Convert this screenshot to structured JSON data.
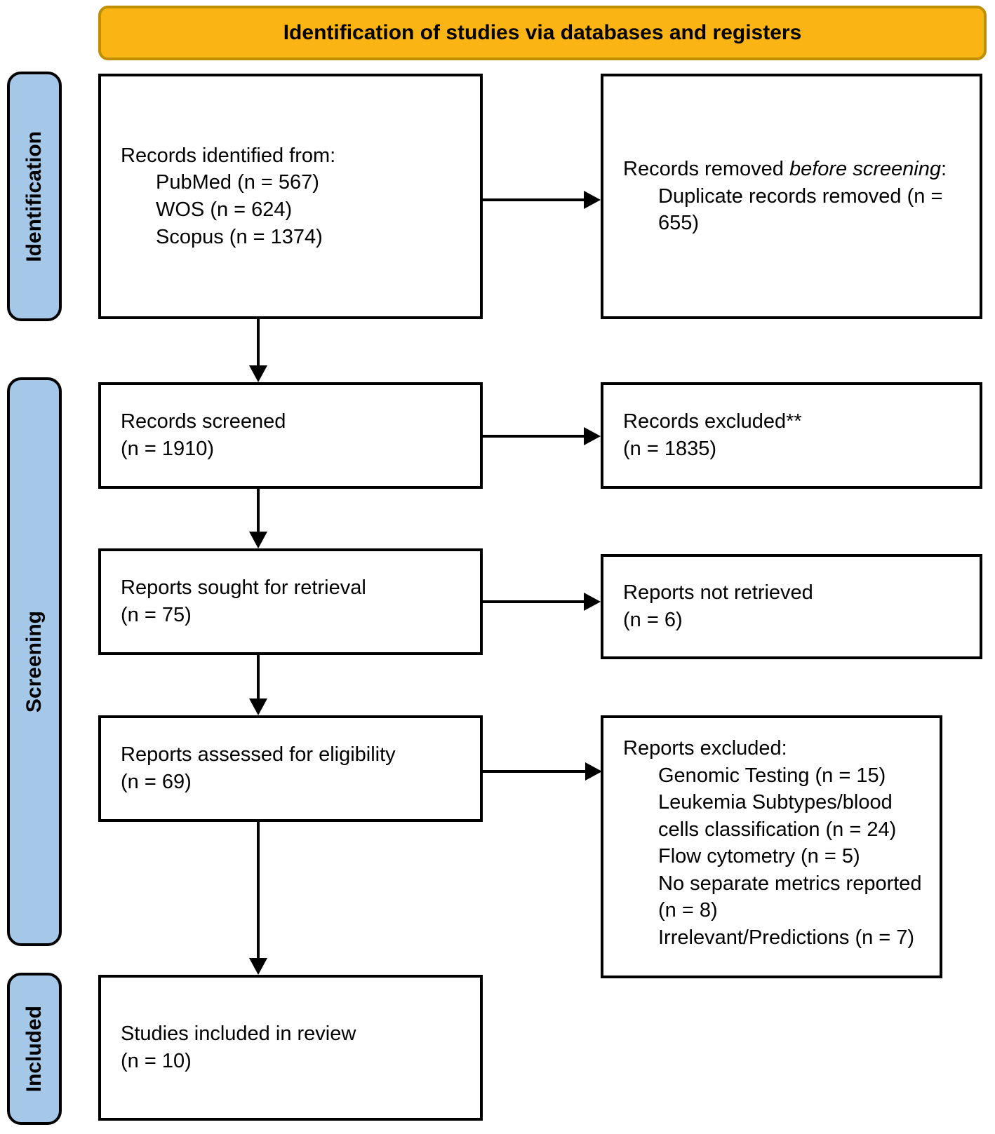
{
  "title": "Identification of studies via databases and registers",
  "stages": [
    {
      "label": "Identification"
    },
    {
      "label": "Screening"
    },
    {
      "label": "Included"
    }
  ],
  "boxes": {
    "identified": {
      "heading": "Records identified from:",
      "items": [
        "PubMed (n = 567)",
        "WOS (n = 624)",
        "Scopus (n = 1374)"
      ]
    },
    "removed": {
      "prefix": "Records removed ",
      "italic": "before screening",
      "suffix": ":",
      "items": [
        "Duplicate records removed (n = 655)"
      ]
    },
    "screened": {
      "lines": [
        "Records screened",
        "(n = 1910)"
      ]
    },
    "records_excluded": {
      "lines": [
        "Records excluded**",
        "(n = 1835)"
      ]
    },
    "sought": {
      "lines": [
        "Reports sought for retrieval",
        "(n = 75)"
      ]
    },
    "not_retrieved": {
      "lines": [
        "Reports not retrieved",
        "(n = 6)"
      ]
    },
    "assessed": {
      "lines": [
        "Reports assessed for eligibility",
        "(n = 69)"
      ]
    },
    "reports_excluded": {
      "heading": "Reports excluded:",
      "items": [
        "Genomic Testing (n = 15)",
        "Leukemia Subtypes/blood cells classification (n = 24)",
        "Flow cytometry (n = 5)",
        "No separate metrics reported (n = 8)",
        "Irrelevant/Predictions (n = 7)"
      ]
    },
    "included": {
      "lines": [
        "Studies included in review",
        "(n = 10)"
      ]
    }
  },
  "colors": {
    "banner_fill": "#FAB414",
    "banner_border": "#BF8F00",
    "stage_fill": "#A6C8E8"
  }
}
